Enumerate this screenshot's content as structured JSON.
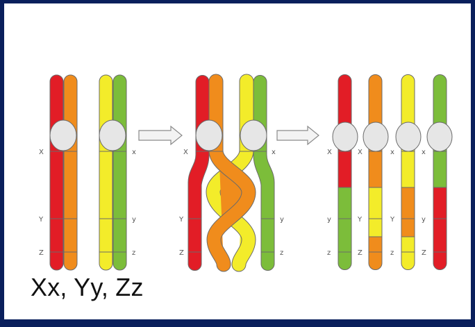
{
  "caption": "Xx, Yy, Zz",
  "colors": {
    "red": "#e21d26",
    "orange": "#f08c1c",
    "yellow": "#f3ec2a",
    "green": "#7cbd3a",
    "centromere": "#e6e6e6",
    "outline": "#6a6a6a",
    "frame": "#0a1f5c"
  },
  "stages": [
    {
      "name": "before-crossing-over",
      "left_labels": [
        "X",
        "Y",
        "Z"
      ],
      "right_labels": [
        "x",
        "y",
        "z"
      ]
    },
    {
      "name": "crossing-over",
      "left_labels": [
        "X",
        "Y",
        "Z"
      ],
      "right_labels": [
        "x",
        "y",
        "z"
      ]
    },
    {
      "name": "after-crossing-over",
      "chromatid_labels": [
        {
          "left": "X",
          "middle": "y"
        },
        {
          "left": "X",
          "middle": "Y"
        },
        {
          "left": "x",
          "middle": "Y"
        },
        {
          "left": "x",
          "middle": "y"
        }
      ],
      "chromatid_bottom_labels": [
        "z",
        "Z",
        "z",
        "Z"
      ]
    }
  ],
  "arrows": [
    "arrow-1",
    "arrow-2"
  ]
}
